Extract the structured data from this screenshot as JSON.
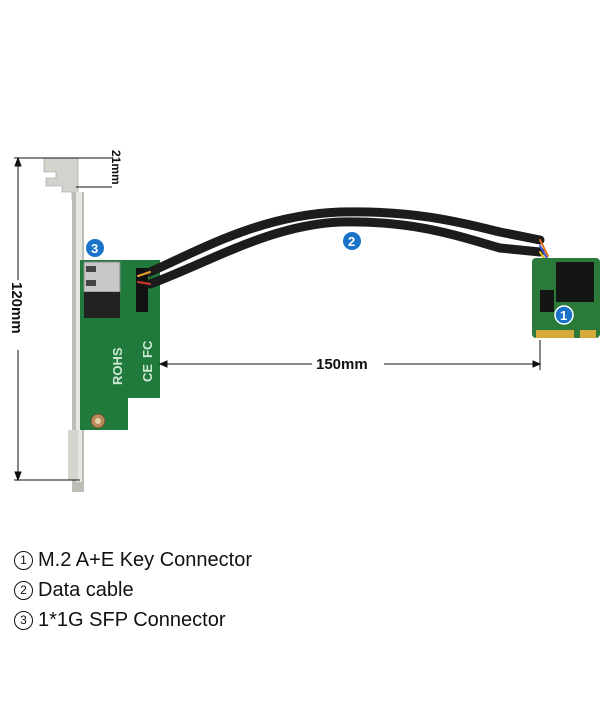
{
  "figure": {
    "dimensions": {
      "bracket_tab_height": "21mm",
      "bracket_height": "120mm",
      "cable_length": "150mm"
    },
    "callouts": [
      "1",
      "2",
      "3"
    ],
    "pcb_markings": [
      "ROHS",
      "CE",
      "FC"
    ],
    "colors": {
      "badge": "#1a73c8",
      "pcb": "#1f7a3c",
      "cable": "#1c1c1c",
      "bracket": "#c9c9c4"
    }
  },
  "legend": [
    {
      "marker": "1",
      "label": "M.2 A+E Key Connector"
    },
    {
      "marker": "2",
      "label": "Data cable"
    },
    {
      "marker": "3",
      "label": "1*1G SFP Connector"
    }
  ]
}
